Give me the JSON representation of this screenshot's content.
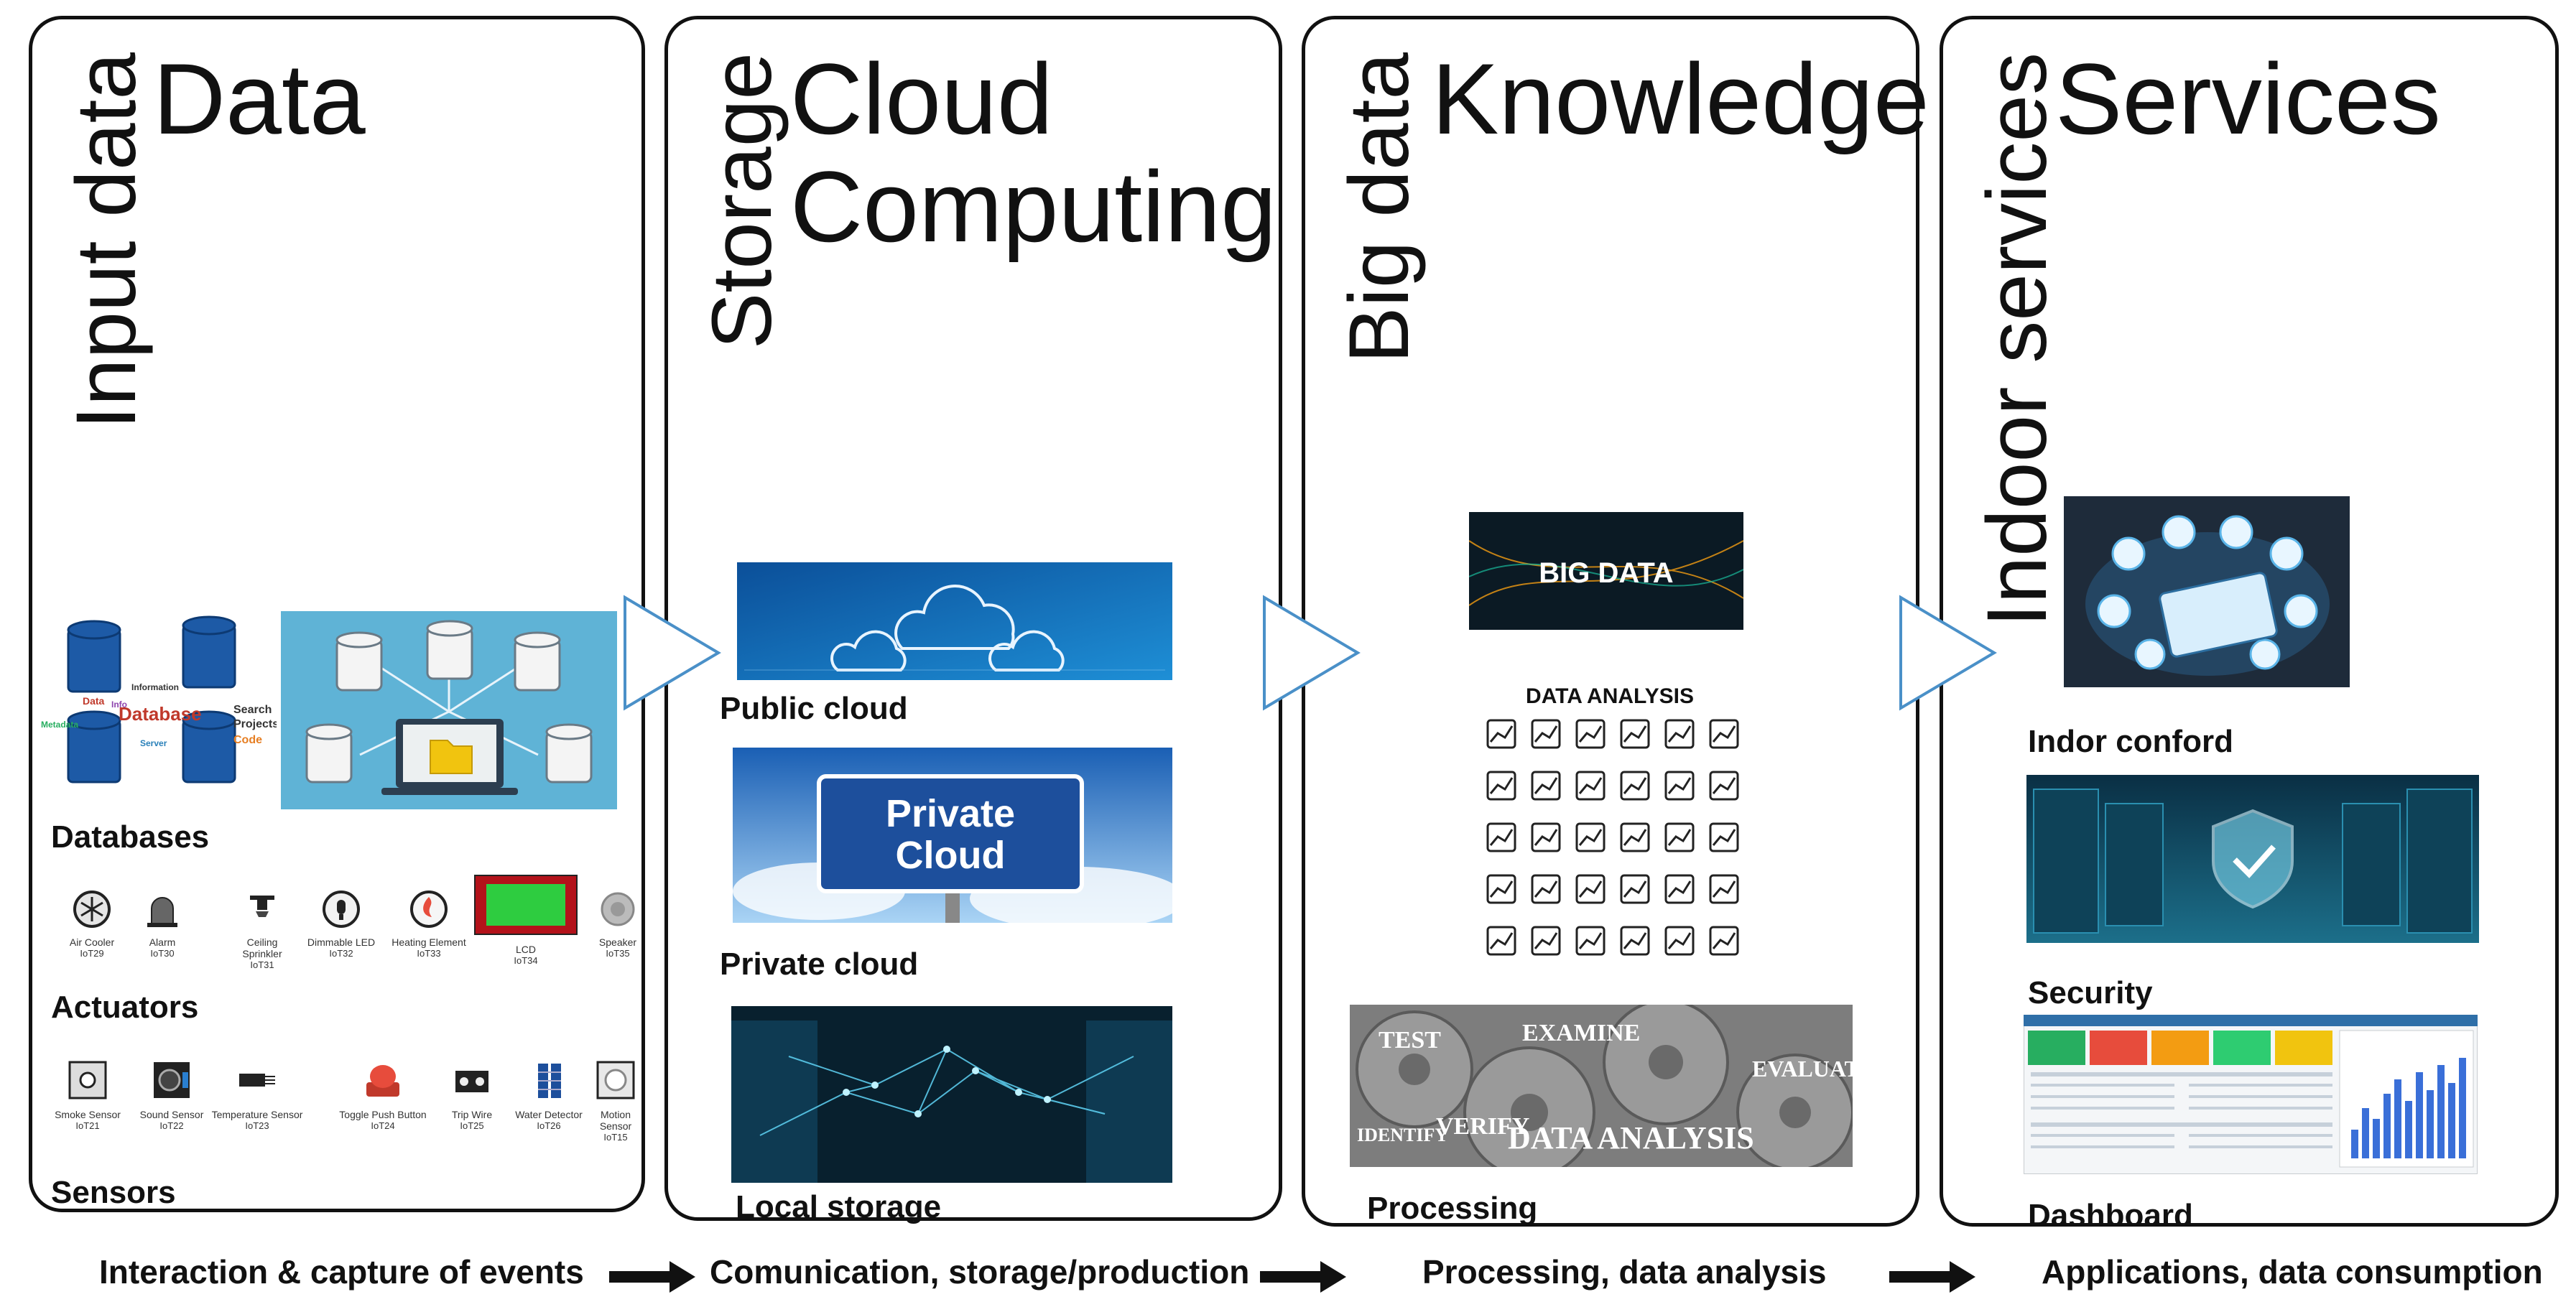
{
  "panels": [
    {
      "vertical": "Input data",
      "title": "Data",
      "labels": [
        "Databases",
        "Actuators",
        "Sensors"
      ]
    },
    {
      "vertical": "Storage",
      "title": "Cloud Computing",
      "labels": [
        "Public cloud",
        "Private cloud",
        "Local storage"
      ]
    },
    {
      "vertical": "Big data",
      "title": "Knowledge",
      "labels": [
        "Processing"
      ]
    },
    {
      "vertical": "Indoor services",
      "title": "Services",
      "labels": [
        "Indor conford",
        "Security",
        "Dashboard"
      ]
    }
  ],
  "flow": [
    "Interaction & capture of events",
    "Comunication, storage/production",
    "Processing, data analysis",
    "Applications, data consumption"
  ],
  "images": {
    "database_words": [
      "Data",
      "Database",
      "Search",
      "Projects",
      "Code",
      "Metadata",
      "Information",
      "Server",
      "Info"
    ],
    "big_data": "BIG DATA",
    "data_analysis_title": "DATA ANALYSIS",
    "private_sign": [
      "Private",
      "Cloud"
    ],
    "gears_words": [
      "TEST",
      "EXAMINE",
      "DATA ANALYSIS",
      "VERIFY",
      "EVALUATE",
      "IDENTIFY"
    ]
  },
  "actuators": [
    {
      "name": "Air Cooler",
      "id": "IoT29"
    },
    {
      "name": "Alarm",
      "id": "IoT30"
    },
    {
      "name": "Ceiling Sprinkler",
      "id": "IoT31"
    },
    {
      "name": "Dimmable LED",
      "id": "IoT32"
    },
    {
      "name": "Heating Element",
      "id": "IoT33"
    },
    {
      "name": "LCD",
      "id": "IoT34"
    },
    {
      "name": "Speaker",
      "id": "IoT35"
    }
  ],
  "sensors": [
    {
      "name": "Smoke Sensor",
      "id": "IoT21"
    },
    {
      "name": "Sound Sensor",
      "id": "IoT22"
    },
    {
      "name": "Temperature Sensor",
      "id": "IoT23"
    },
    {
      "name": "Toggle Push Button",
      "id": "IoT24"
    },
    {
      "name": "Trip Wire",
      "id": "IoT25"
    },
    {
      "name": "Water Detector",
      "id": "IoT26"
    },
    {
      "name": "Motion Sensor",
      "id": "IoT15"
    }
  ],
  "colors": {
    "panel_border": "#111111",
    "chevron_stroke": "#4a90c8",
    "database_blue": "#1d5aa6",
    "cloud_blue": "#1e6fb8",
    "sign_blue": "#1d4f9c",
    "lcd_green": "#2ecc40"
  }
}
